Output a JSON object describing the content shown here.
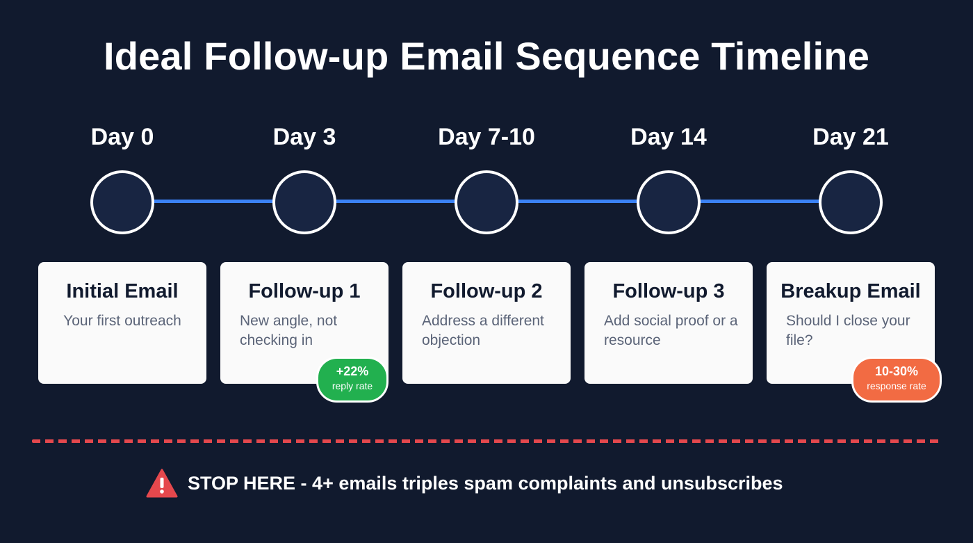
{
  "title": "Ideal Follow-up Email Sequence Timeline",
  "colors": {
    "background": "#111a2e",
    "timeline_line": "#3b82f6",
    "node_fill": "#182542",
    "card_bg": "#fafafa",
    "badge_green": "#22b04f",
    "badge_orange": "#f26b43",
    "warning_red": "#e5484d"
  },
  "steps": [
    {
      "day": "Day 0",
      "title": "Initial Email",
      "desc": "Your first outreach"
    },
    {
      "day": "Day 3",
      "title": "Follow-up 1",
      "desc": "New angle, not checking in",
      "badge": {
        "value": "+22%",
        "label": "reply rate",
        "color": "green"
      }
    },
    {
      "day": "Day 7-10",
      "title": "Follow-up 2",
      "desc": "Address a different objection"
    },
    {
      "day": "Day 14",
      "title": "Follow-up 3",
      "desc": "Add social proof or a resource"
    },
    {
      "day": "Day 21",
      "title": "Breakup Email",
      "desc": "Should I close your file?",
      "badge": {
        "value": "10-30%",
        "label": "response rate",
        "color": "orange"
      }
    }
  ],
  "warning": {
    "icon": "warning-triangle-icon",
    "text": "STOP HERE - 4+ emails triples spam complaints and unsubscribes"
  }
}
